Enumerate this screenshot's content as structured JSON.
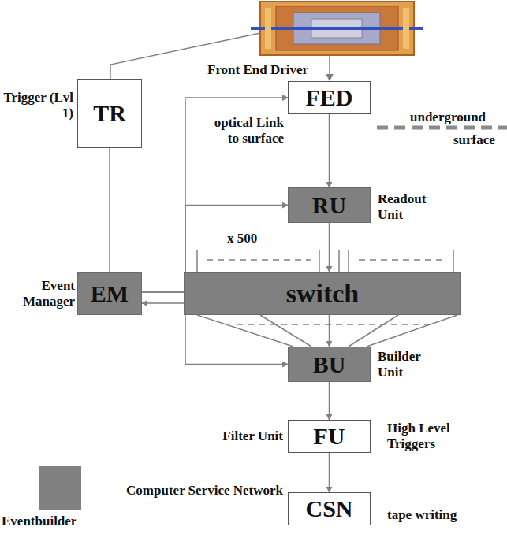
{
  "diagram": {
    "nodes": [
      {
        "text": [
          "Front End Driver",
          "FED"
        ]
      },
      {
        "text": [
          "Trigger (Lvl 1)",
          "TR"
        ]
      },
      {
        "text": [
          "RU",
          "Readout Unit"
        ]
      },
      {
        "text": [
          "Event Manager",
          "EM"
        ]
      },
      {
        "text": [
          "switch"
        ]
      },
      {
        "text": [
          "BU",
          "Builder Unit"
        ]
      },
      {
        "text": [
          "Filter Unit",
          "FU",
          "High Level Triggers"
        ]
      },
      {
        "text": [
          "Computer Service Network",
          "CSN",
          "tape writing"
        ]
      }
    ],
    "edges": [
      {
        "from": 0,
        "to": 2,
        "arrow": "to"
      },
      {
        "from": 1,
        "to": 3,
        "arrow": "none"
      },
      {
        "from": 3,
        "to": 0,
        "arrow": "to"
      },
      {
        "from": 3,
        "to": 2,
        "arrow": "to"
      },
      {
        "from": 2,
        "to": 4,
        "arrow": "to"
      },
      {
        "from": 4,
        "to": 5,
        "arrow": "to"
      },
      {
        "from": 3,
        "to": 5,
        "arrow": "both"
      },
      {
        "from": 5,
        "to": 6,
        "arrow": "to"
      },
      {
        "from": 6,
        "to": 7,
        "arrow": "to"
      }
    ],
    "labels": [
      "optical Link to surface",
      "underground",
      "surface",
      "x 500"
    ],
    "legend": [
      {
        "text": "Eventbuilder",
        "color": "#808080"
      }
    ]
  }
}
